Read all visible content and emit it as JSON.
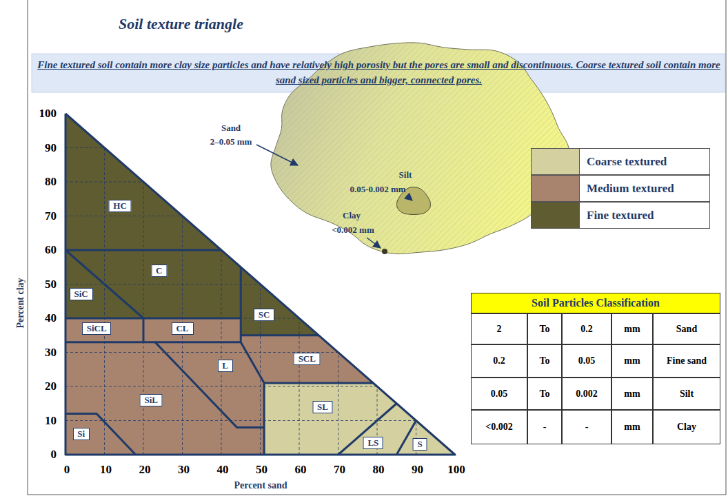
{
  "diagram": {
    "title": "Soil texture triangle",
    "caption": "Fine textured soil contain more clay size particles and have relatively high porosity but the pores are small and discontinuous. Coarse textured soil contain more sand sized particles and bigger, connected pores.",
    "nodes": [
      {
        "text": [
          "HC"
        ]
      },
      {
        "text": [
          "C"
        ]
      },
      {
        "text": [
          "SiC"
        ]
      },
      {
        "text": [
          "SiCL"
        ]
      },
      {
        "text": [
          "CL"
        ]
      },
      {
        "text": [
          "SC"
        ]
      },
      {
        "text": [
          "L"
        ]
      },
      {
        "text": [
          "SCL"
        ]
      },
      {
        "text": [
          "SiL"
        ]
      },
      {
        "text": [
          "SL"
        ]
      },
      {
        "text": [
          "Si"
        ]
      },
      {
        "text": [
          "LS"
        ]
      },
      {
        "text": [
          "S"
        ]
      }
    ],
    "labels": [
      "Sand",
      "2–0.05 mm",
      "Silt",
      "0.05-0.002 mm",
      "Clay",
      "<0.002 mm",
      "Soil Particles Classification",
      "2",
      "To",
      "0.2",
      "mm",
      "Sand",
      "0.2",
      "To",
      "0.05",
      "mm",
      "Fine sand",
      "0.05",
      "To",
      "0.002",
      "mm",
      "Silt",
      "<0.002",
      "-",
      "-",
      "mm",
      "Clay",
      "100",
      "90",
      "80",
      "70",
      "60",
      "50",
      "40",
      "30",
      "20",
      "10",
      "0",
      "0",
      "10",
      "20",
      "30",
      "40",
      "50",
      "60",
      "70",
      "80",
      "90",
      "100",
      "Percent clay",
      "Percent sand"
    ],
    "legend": [
      {
        "text": "Coarse textured",
        "color": "#d4d0a0"
      },
      {
        "text": "Medium textured",
        "color": "#a8846f"
      },
      {
        "text": "Fine textured",
        "color": "#5e5c30"
      }
    ]
  }
}
